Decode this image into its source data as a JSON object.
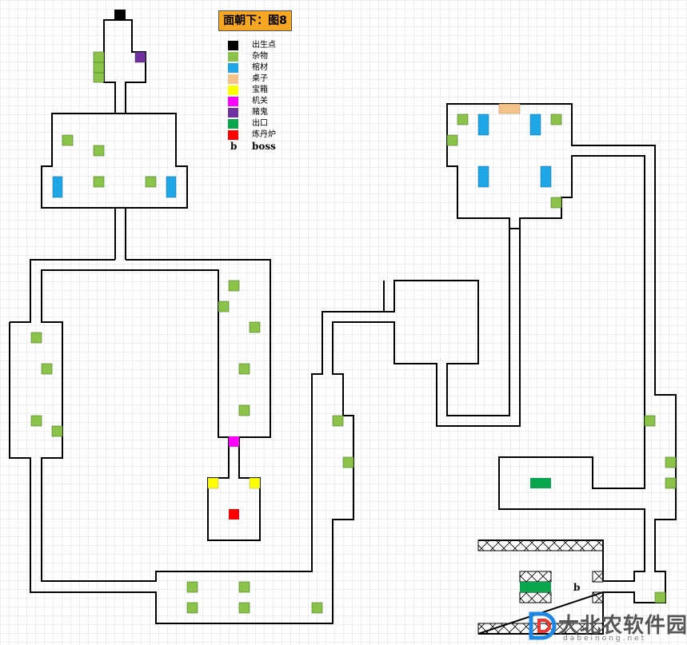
{
  "title": "面朝下：图8",
  "legend": [
    {
      "key": "spawn",
      "label": "出生点",
      "color": "#000000"
    },
    {
      "key": "misc",
      "label": "杂物",
      "color": "#8bc34a"
    },
    {
      "key": "coffin",
      "label": "棺材",
      "color": "#1ea6e6"
    },
    {
      "key": "table",
      "label": "桌子",
      "color": "#f5c28a"
    },
    {
      "key": "chest",
      "label": "宝箱",
      "color": "#ffff00"
    },
    {
      "key": "switch",
      "label": "机关",
      "color": "#ff00ff"
    },
    {
      "key": "gambler",
      "label": "赌鬼",
      "color": "#7030a0"
    },
    {
      "key": "exit",
      "label": "出口",
      "color": "#0aa64e"
    },
    {
      "key": "furnace",
      "label": "炼丹炉",
      "color": "#ff0000"
    }
  ],
  "boss_legend": {
    "symbol": "b",
    "label": "boss"
  },
  "boss_marker": "b",
  "watermark": {
    "text": "大北农软件园",
    "url": "dabeinong.net"
  },
  "colors": {
    "grid": "#dedede",
    "wall": "#000000",
    "misc_stroke": "#4a7a20"
  }
}
